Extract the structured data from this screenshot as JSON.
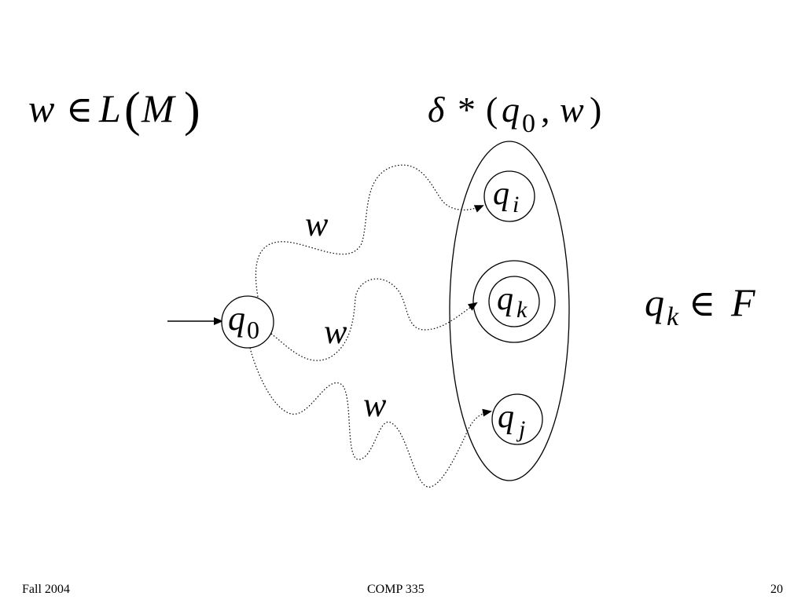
{
  "formulas": {
    "membership": {
      "w": "w",
      "in": "∈",
      "L": "L",
      "open": "(",
      "M": "M",
      "close": ")"
    },
    "delta_star": {
      "delta": "δ",
      "star": "*",
      "open": "(",
      "q": "q",
      "sub": "0",
      "comma": ",",
      "w": "w",
      "close": ")"
    },
    "final_membership": {
      "q": "q",
      "sub": "k",
      "in": "∈",
      "F": "F"
    }
  },
  "states": {
    "q0": {
      "base": "q",
      "sub": "0"
    },
    "qi": {
      "base": "q",
      "sub": "i"
    },
    "qk": {
      "base": "q",
      "sub": "k",
      "accepting": true
    },
    "qj": {
      "base": "q",
      "sub": "j"
    }
  },
  "paths": {
    "upper": "w",
    "middle": "w",
    "lower": "w"
  },
  "footer": {
    "left": "Fall 2004",
    "center": "COMP 335",
    "right": "20"
  }
}
